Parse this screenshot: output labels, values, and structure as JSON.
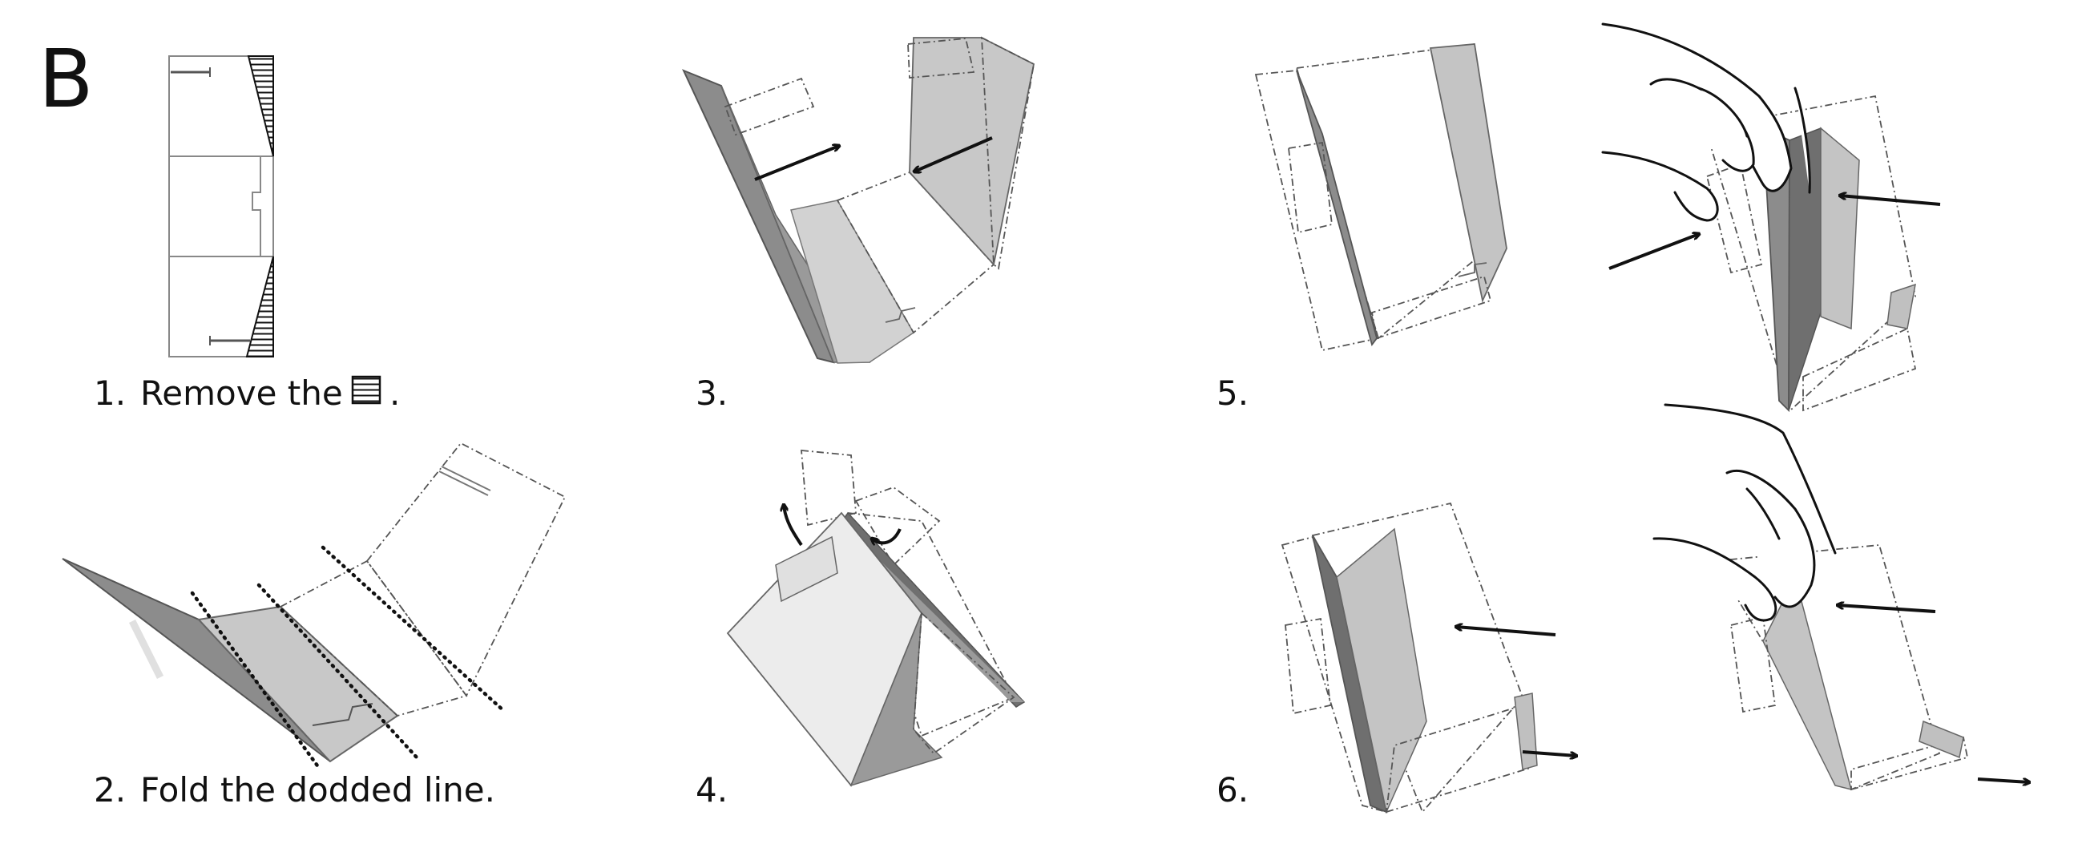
{
  "panel_label": "B",
  "steps": [
    {
      "number": "1.",
      "text": "Remove the"
    },
    {
      "number": "2.",
      "text": "Fold the dodded line."
    },
    {
      "number": "3.",
      "text": ""
    },
    {
      "number": "4.",
      "text": ""
    },
    {
      "number": "5.",
      "text": ""
    },
    {
      "number": "6.",
      "text": ""
    }
  ],
  "step1_suffix": ".",
  "colors": {
    "dark_gray": "#8a8a8a",
    "mid_gray": "#c7c7c7",
    "light_gray": "#e6e6e6",
    "paper": "#fafafa",
    "ink": "#111111"
  }
}
